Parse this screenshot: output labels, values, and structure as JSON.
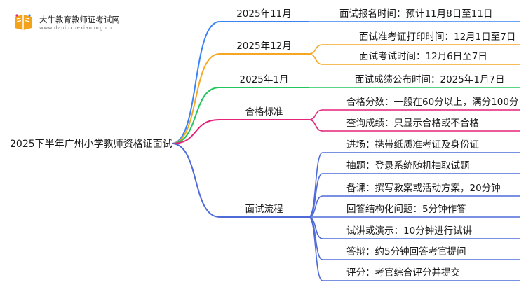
{
  "logo": {
    "title": "大牛教育教师证考试网",
    "url": "www.daniuxuexiao.org.cn"
  },
  "colors": {
    "blue": "#3b82f6",
    "orange": "#f5a623",
    "green": "#22c55e",
    "magenta": "#e6227a",
    "indigo": "#4f6bd8",
    "logo_orange": "#f5a21b"
  },
  "mindmap": {
    "root": "2025下半年广州小学教师资格证面试",
    "branches": [
      {
        "label": "2025年11月",
        "color": "#3b82f6",
        "children": [
          "面试报名时间：预计11月8日至11日"
        ]
      },
      {
        "label": "2025年12月",
        "color": "#f5a623",
        "children": [
          "面试准考证打印时间：12月1日至7日",
          "面试考试时间：12月6日至7日"
        ]
      },
      {
        "label": "2025年1月",
        "color": "#22c55e",
        "children": [
          "面试成绩公布时间：2025年1月7日"
        ]
      },
      {
        "label": "合格标准",
        "color": "#e6227a",
        "children": [
          "合格分数：一般在60分以上，满分100分",
          "查询成绩：只显示合格或不合格"
        ]
      },
      {
        "label": "面试流程",
        "color": "#4f6bd8",
        "children": [
          "进场：携带纸质准考证及身份证",
          "抽题：登录系统随机抽取试题",
          "备课：撰写教案或活动方案，20分钟",
          "回答结构化问题：5分钟作答",
          "试讲或演示：10分钟进行试讲",
          "答辩：约5分钟回答考官提问",
          "评分：考官综合评分并提交"
        ]
      }
    ]
  }
}
